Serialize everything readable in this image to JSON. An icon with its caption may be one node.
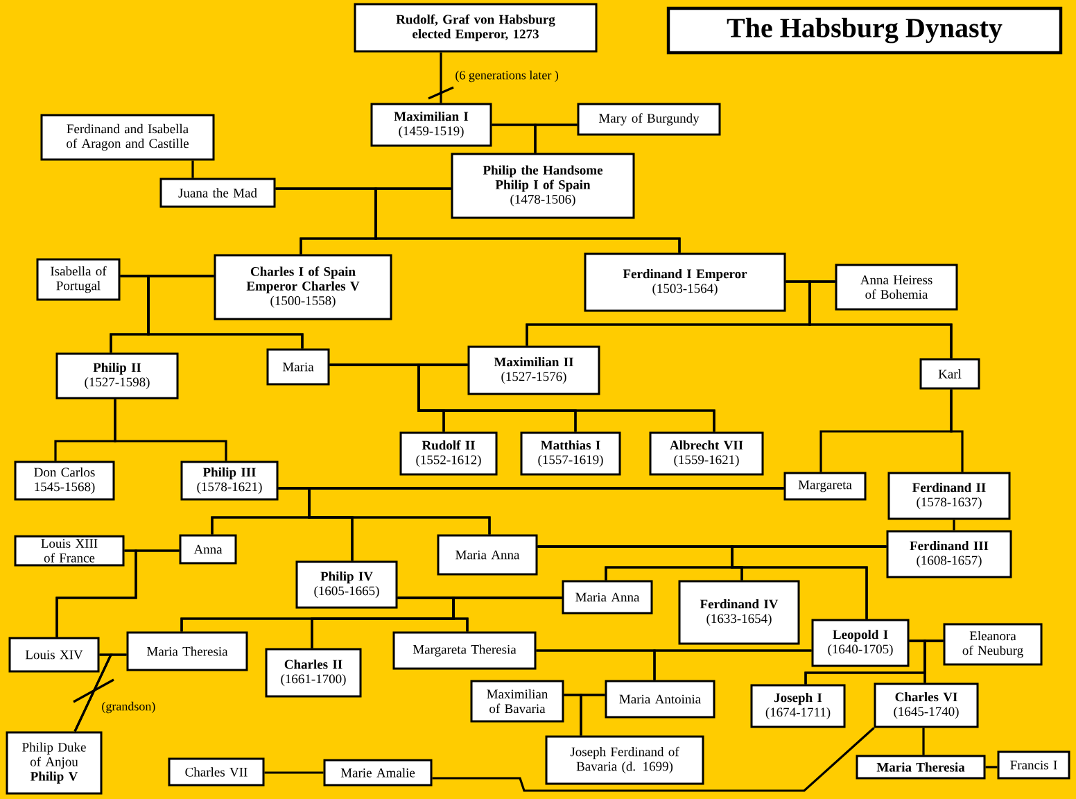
{
  "diagram": {
    "title": "The Habsburg Dynasty",
    "nodes": [
      {
        "text": [
          "Rudolf, Graf von Habsburg elected Emperor, 1273"
        ]
      },
      {
        "text": [
          "Maximilian I",
          "(1459-1519)"
        ]
      },
      {
        "text": [
          "Mary of Burgundy"
        ]
      },
      {
        "text": [
          "Ferdinand and Isabella of Aragon and Castille"
        ]
      },
      {
        "text": [
          "Juana the Mad"
        ]
      },
      {
        "text": [
          "Philip the Handsome Philip I of Spain",
          "(1478-1506)"
        ]
      },
      {
        "text": [
          "Isabella of Portugal"
        ]
      },
      {
        "text": [
          "Charles I of Spain Emperor Charles V",
          "(1500-1558)"
        ]
      },
      {
        "text": [
          "Ferdinand I  Emperor",
          "(1503-1564)"
        ]
      },
      {
        "text": [
          "Anna Heiress of Bohemia"
        ]
      },
      {
        "text": [
          "Philip II",
          "(1527-1598)"
        ]
      },
      {
        "text": [
          "Maria"
        ]
      },
      {
        "text": [
          "Maximilian II",
          "(1527-1576)"
        ]
      },
      {
        "text": [
          "Karl"
        ]
      },
      {
        "text": [
          "Rudolf II",
          "(1552-1612)"
        ]
      },
      {
        "text": [
          "Matthias I",
          "(1557-1619)"
        ]
      },
      {
        "text": [
          "Albrecht VII",
          "(1559-1621)"
        ]
      },
      {
        "text": [
          "Margareta"
        ]
      },
      {
        "text": [
          "Ferdinand II",
          "(1578-1637)"
        ]
      },
      {
        "text": [
          "Don Carlos",
          "1545-1568)"
        ]
      },
      {
        "text": [
          "Philip III",
          "(1578-1621)"
        ]
      },
      {
        "text": [
          "Ferdinand III",
          "(1608-1657)"
        ]
      },
      {
        "text": [
          "Louis XIII of France"
        ]
      },
      {
        "text": [
          "Anna"
        ]
      },
      {
        "text": [
          "Maria Anna"
        ]
      },
      {
        "text": [
          "Philip IV",
          "(1605-1665)"
        ]
      },
      {
        "text": [
          "Maria Anna"
        ]
      },
      {
        "text": [
          "Ferdinand IV",
          "(1633-1654)"
        ]
      },
      {
        "text": [
          "Leopold I",
          "(1640-1705)"
        ]
      },
      {
        "text": [
          "Eleanora of Neuburg"
        ]
      },
      {
        "text": [
          "Louis XIV"
        ]
      },
      {
        "text": [
          "Maria Theresia"
        ]
      },
      {
        "text": [
          "Charles II",
          "(1661-1700)"
        ]
      },
      {
        "text": [
          "Margareta Theresia"
        ]
      },
      {
        "text": [
          "Maximilian of Bavaria"
        ]
      },
      {
        "text": [
          "Maria Antoinia"
        ]
      },
      {
        "text": [
          "Joseph I",
          "(1674-1711)"
        ]
      },
      {
        "text": [
          "Charles VI",
          "(1645-1740)"
        ]
      },
      {
        "text": [
          "Philip Duke of Anjou",
          "Philip V"
        ]
      },
      {
        "text": [
          "Joseph Ferdinand of Bavaria (d. 1699)"
        ]
      },
      {
        "text": [
          "Charles VII"
        ]
      },
      {
        "text": [
          "Marie Amalie"
        ]
      },
      {
        "text": [
          "Maria Theresia"
        ]
      },
      {
        "text": [
          "Francis I"
        ]
      }
    ],
    "edges": [
      {
        "from": 0,
        "to": 1,
        "arrow": "none",
        "label": "(6 generations later )"
      },
      {
        "from": 1,
        "to": 2,
        "arrow": "none"
      },
      {
        "from": 1,
        "to": 5,
        "arrow": "none"
      },
      {
        "from": 2,
        "to": 5,
        "arrow": "none"
      },
      {
        "from": 3,
        "to": 4,
        "arrow": "none"
      },
      {
        "from": 4,
        "to": 5,
        "arrow": "none"
      },
      {
        "from": 4,
        "to": 7,
        "arrow": "none"
      },
      {
        "from": 5,
        "to": 7,
        "arrow": "none"
      },
      {
        "from": 4,
        "to": 8,
        "arrow": "none"
      },
      {
        "from": 5,
        "to": 8,
        "arrow": "none"
      },
      {
        "from": 6,
        "to": 7,
        "arrow": "none"
      },
      {
        "from": 6,
        "to": 10,
        "arrow": "none"
      },
      {
        "from": 7,
        "to": 10,
        "arrow": "none"
      },
      {
        "from": 6,
        "to": 11,
        "arrow": "none"
      },
      {
        "from": 7,
        "to": 11,
        "arrow": "none"
      },
      {
        "from": 8,
        "to": 9,
        "arrow": "none"
      },
      {
        "from": 8,
        "to": 12,
        "arrow": "none"
      },
      {
        "from": 9,
        "to": 12,
        "arrow": "none"
      },
      {
        "from": 8,
        "to": 13,
        "arrow": "none"
      },
      {
        "from": 9,
        "to": 13,
        "arrow": "none"
      },
      {
        "from": 11,
        "to": 12,
        "arrow": "none"
      },
      {
        "from": 11,
        "to": 14,
        "arrow": "none"
      },
      {
        "from": 12,
        "to": 14,
        "arrow": "none"
      },
      {
        "from": 11,
        "to": 15,
        "arrow": "none"
      },
      {
        "from": 12,
        "to": 15,
        "arrow": "none"
      },
      {
        "from": 11,
        "to": 16,
        "arrow": "none"
      },
      {
        "from": 12,
        "to": 16,
        "arrow": "none"
      },
      {
        "from": 10,
        "to": 19,
        "arrow": "none"
      },
      {
        "from": 10,
        "to": 20,
        "arrow": "none"
      },
      {
        "from": 13,
        "to": 17,
        "arrow": "none"
      },
      {
        "from": 13,
        "to": 18,
        "arrow": "none"
      },
      {
        "from": 20,
        "to": 17,
        "arrow": "none"
      },
      {
        "from": 20,
        "to": 23,
        "arrow": "none"
      },
      {
        "from": 17,
        "to": 23,
        "arrow": "none"
      },
      {
        "from": 20,
        "to": 25,
        "arrow": "none"
      },
      {
        "from": 17,
        "to": 25,
        "arrow": "none"
      },
      {
        "from": 20,
        "to": 24,
        "arrow": "none"
      },
      {
        "from": 17,
        "to": 24,
        "arrow": "none"
      },
      {
        "from": 18,
        "to": 21,
        "arrow": "none"
      },
      {
        "from": 24,
        "to": 21,
        "arrow": "none"
      },
      {
        "from": 24,
        "to": 26,
        "arrow": "none"
      },
      {
        "from": 21,
        "to": 26,
        "arrow": "none"
      },
      {
        "from": 24,
        "to": 27,
        "arrow": "none"
      },
      {
        "from": 21,
        "to": 27,
        "arrow": "none"
      },
      {
        "from": 24,
        "to": 28,
        "arrow": "none"
      },
      {
        "from": 21,
        "to": 28,
        "arrow": "none"
      },
      {
        "from": 22,
        "to": 23,
        "arrow": "none"
      },
      {
        "from": 22,
        "to": 30,
        "arrow": "none"
      },
      {
        "from": 23,
        "to": 30,
        "arrow": "none"
      },
      {
        "from": 25,
        "to": 26,
        "arrow": "none"
      },
      {
        "from": 25,
        "to": 31,
        "arrow": "none"
      },
      {
        "from": 26,
        "to": 31,
        "arrow": "none"
      },
      {
        "from": 25,
        "to": 32,
        "arrow": "none"
      },
      {
        "from": 26,
        "to": 32,
        "arrow": "none"
      },
      {
        "from": 25,
        "to": 33,
        "arrow": "none"
      },
      {
        "from": 26,
        "to": 33,
        "arrow": "none"
      },
      {
        "from": 30,
        "to": 31,
        "arrow": "none"
      },
      {
        "from": 30,
        "to": 38,
        "arrow": "none",
        "label": "(grandson)"
      },
      {
        "from": 31,
        "to": 38,
        "arrow": "none"
      },
      {
        "from": 33,
        "to": 28,
        "arrow": "none"
      },
      {
        "from": 33,
        "to": 35,
        "arrow": "none"
      },
      {
        "from": 28,
        "to": 35,
        "arrow": "none"
      },
      {
        "from": 34,
        "to": 35,
        "arrow": "none"
      },
      {
        "from": 34,
        "to": 39,
        "arrow": "none"
      },
      {
        "from": 35,
        "to": 39,
        "arrow": "none"
      },
      {
        "from": 28,
        "to": 29,
        "arrow": "none"
      },
      {
        "from": 28,
        "to": 36,
        "arrow": "none"
      },
      {
        "from": 29,
        "to": 36,
        "arrow": "none"
      },
      {
        "from": 28,
        "to": 37,
        "arrow": "none"
      },
      {
        "from": 29,
        "to": 37,
        "arrow": "none"
      },
      {
        "from": 37,
        "to": 42,
        "arrow": "none"
      },
      {
        "from": 42,
        "to": 43,
        "arrow": "none"
      },
      {
        "from": 40,
        "to": 41,
        "arrow": "none"
      },
      {
        "from": 41,
        "to": 37,
        "arrow": "none"
      }
    ]
  }
}
